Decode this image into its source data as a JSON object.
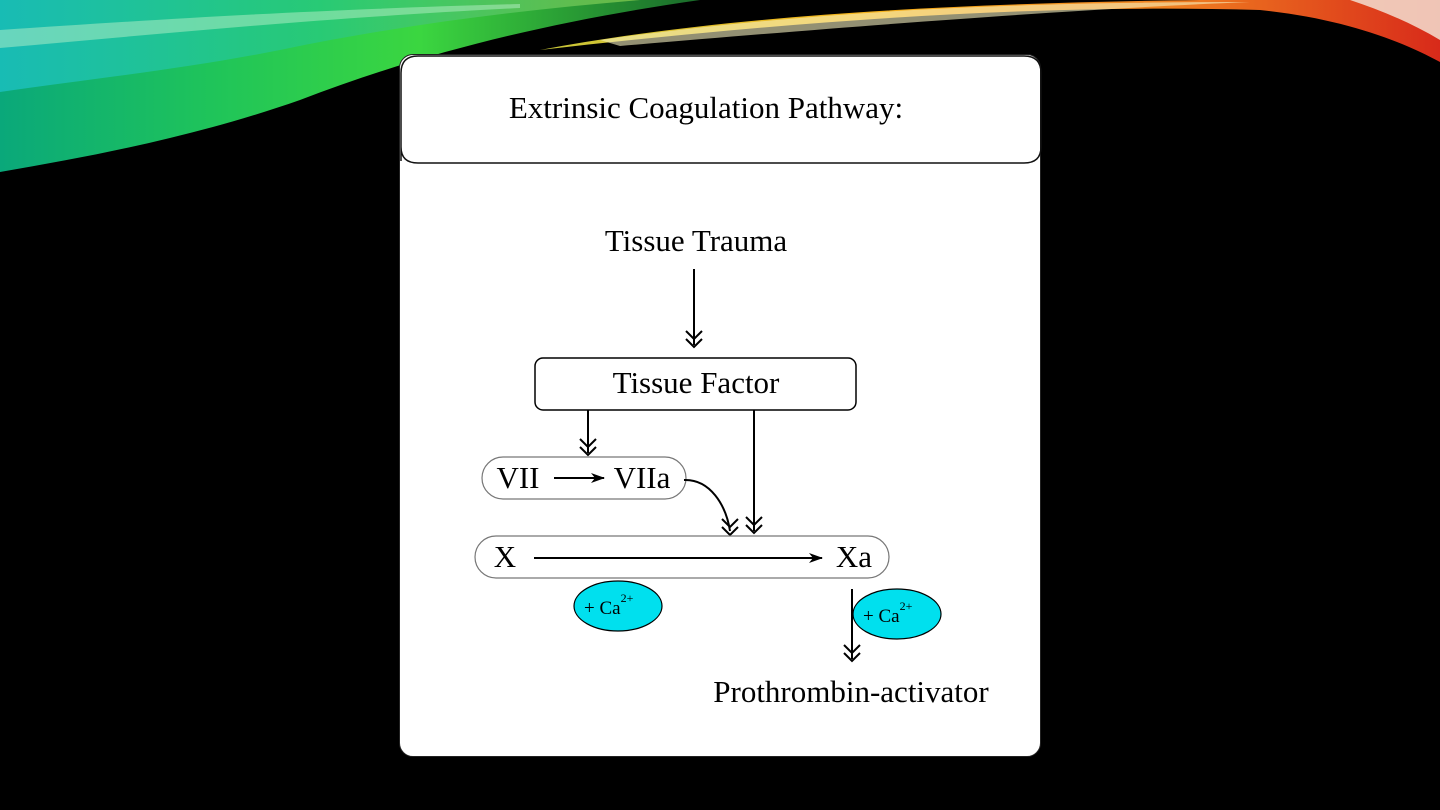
{
  "diagram": {
    "title": "Extrinsic Coagulation Pathway:",
    "nodes": {
      "tissue_trauma": "Tissue Trauma",
      "tissue_factor": "Tissue Factor",
      "vii": "VII",
      "viia": "VIIa",
      "x": "X",
      "xa": "Xa",
      "prothrombin_activator": "Prothrombin-activator"
    },
    "cofactors": [
      {
        "prefix": "+ Ca",
        "superscript": "2+"
      },
      {
        "prefix": "+ Ca",
        "superscript": "2+"
      }
    ]
  },
  "colors": {
    "cofactor_fill": "#00e0ee",
    "stroke": "#000000",
    "background": "#000000"
  }
}
